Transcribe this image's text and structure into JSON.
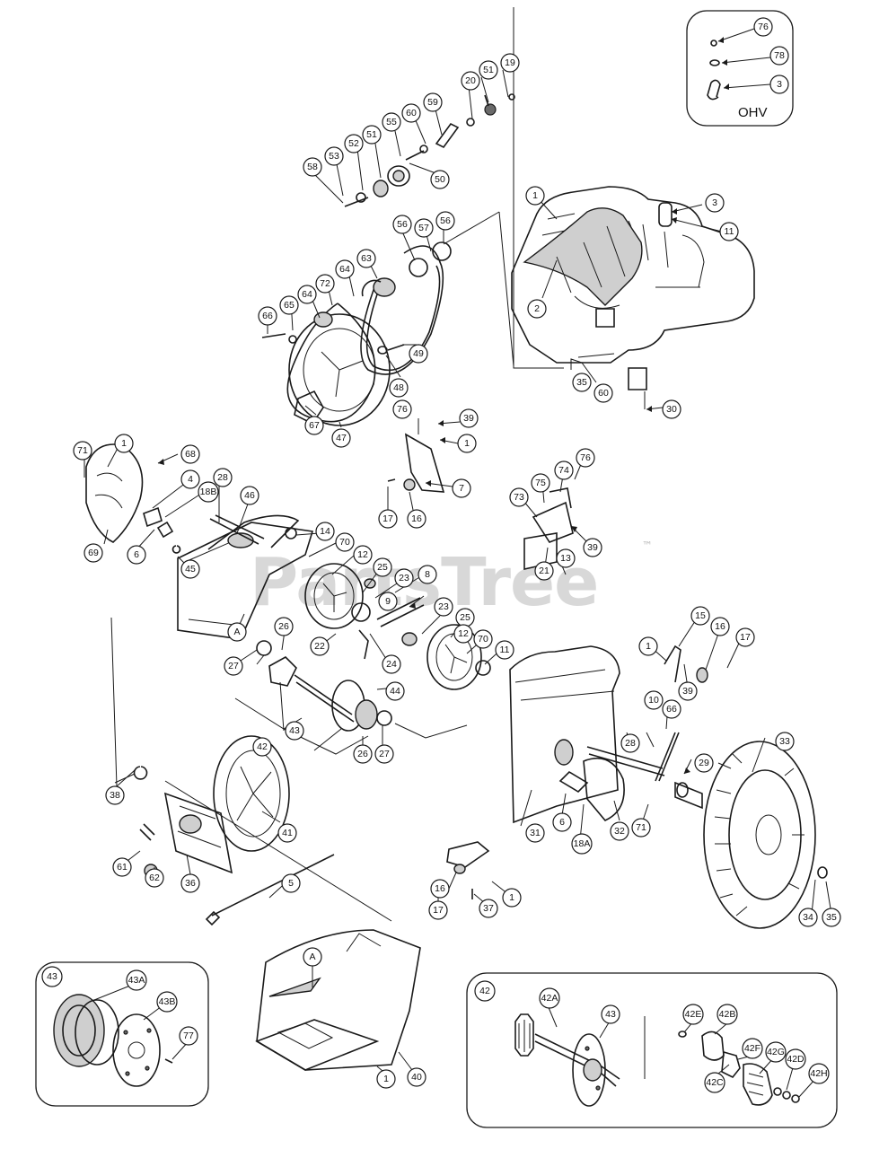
{
  "watermark": {
    "brand": "PartsTree",
    "mark": "™"
  },
  "insets": {
    "ohv": {
      "label": "OHV",
      "callouts": [
        "76",
        "78",
        "3"
      ]
    },
    "item43": {
      "ref": "43",
      "callouts": [
        "43A",
        "43B",
        "77"
      ]
    },
    "item42": {
      "ref": "42",
      "callouts": [
        "42A",
        "43",
        "42E",
        "42B",
        "42F",
        "42G",
        "42C",
        "42D",
        "42H"
      ]
    }
  },
  "callouts": {
    "c19": "19",
    "c51": "51",
    "c20": "20",
    "c59": "59",
    "c60a": "60",
    "c55": "55",
    "c50": "50",
    "c51b": "51",
    "c52": "52",
    "c53": "53",
    "c58": "58",
    "c56a": "56",
    "c57": "57",
    "c56b": "56",
    "c63": "63",
    "c64a": "64",
    "c72": "72",
    "c64b": "64",
    "c65": "65",
    "c66": "66",
    "c49": "49",
    "c48": "48",
    "c67": "67",
    "c47": "47",
    "c1a": "1",
    "c3": "3",
    "c11": "11",
    "c2": "2",
    "c35": "35",
    "c60b": "60",
    "c30": "30",
    "c76a": "76",
    "c39a": "39",
    "c1b": "1",
    "c7": "7",
    "c17a": "17",
    "c16a": "16",
    "c71a": "71",
    "c1c": "1",
    "c68a": "68",
    "c4": "4",
    "c18b": "18B",
    "c28a": "28",
    "c46": "46",
    "c69": "69",
    "c6a": "6",
    "c45": "45",
    "c14": "14",
    "c70a": "70",
    "c12a": "12",
    "c25a": "25",
    "c23a": "23",
    "c8": "8",
    "c9": "9",
    "cA1": "A",
    "c26a": "26",
    "c27a": "27",
    "c22": "22",
    "c24": "24",
    "c23b": "23",
    "c25b": "25",
    "c12b": "12",
    "c70b": "70",
    "c11b": "11",
    "c44": "44",
    "c43": "43",
    "c26b": "26",
    "c27b": "27",
    "c42": "42",
    "c73": "73",
    "c75": "75",
    "c74": "74",
    "c76b": "76",
    "c39b": "39",
    "c13": "13",
    "c21": "21",
    "c1d": "1",
    "c15": "15",
    "c16b": "16",
    "c17b": "17",
    "c39c": "39",
    "c10": "10",
    "c66b": "66",
    "c28b": "28",
    "c29": "29",
    "c33": "33",
    "c31": "31",
    "c6b": "6",
    "c18a": "18A",
    "c32": "32",
    "c71b": "71",
    "c34": "34",
    "c35b": "35",
    "c38": "38",
    "c41": "41",
    "c61": "61",
    "c62": "62",
    "c36": "36",
    "c5": "5",
    "c16c": "16",
    "c17c": "17",
    "c37": "37",
    "c1e": "1",
    "cA2": "A",
    "c1f": "1",
    "c40": "40"
  }
}
